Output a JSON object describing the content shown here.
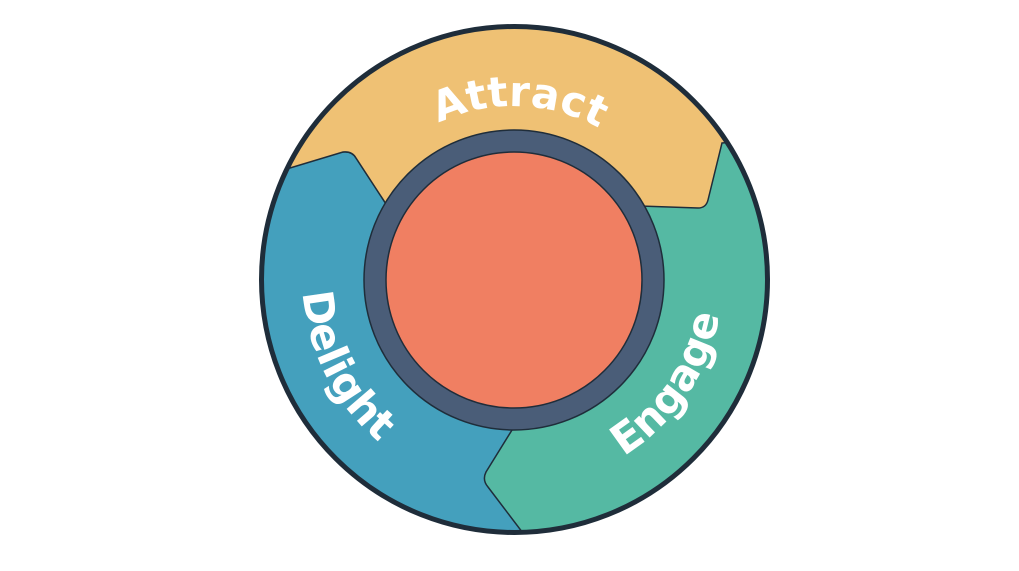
{
  "diagram": {
    "segments": [
      {
        "label": "Attract",
        "color": "#efc174"
      },
      {
        "label": "Engage",
        "color": "#55b9a3"
      },
      {
        "label": "Delight",
        "color": "#44a0bd"
      }
    ],
    "ring_color": "#4a5d78",
    "core_color": "#f07f62",
    "outline_color": "#1f2d3a"
  }
}
